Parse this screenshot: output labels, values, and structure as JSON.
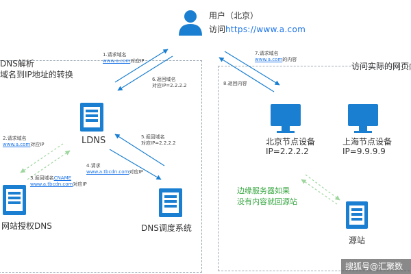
{
  "colors": {
    "accent": "#1a73e8",
    "icon": "#1a7fd1",
    "arrow": "#1a7fd1",
    "green": "#3aa843"
  },
  "user": {
    "icon": "user-icon",
    "name": "用户（北京）",
    "url_prefix": "访问",
    "url": "https://www.a.com"
  },
  "left_panel": {
    "title_line1": "DNS解析",
    "title_line2": "域名到IP地址的转换"
  },
  "right_panel": {
    "title": "访问实际的网页内"
  },
  "nodes": {
    "ldns": "LDNS",
    "auth_dns": "网站授权DNS",
    "gslb": "DNS调度系统",
    "beijing_line1": "北京节点设备",
    "beijing_line2": "IP=2.2.2.2",
    "shanghai_line1": "上海节点设备",
    "shanghai_line2": "IP=9.9.9.9",
    "origin": "源站"
  },
  "steps": {
    "s1": {
      "line1": "1.请求域名",
      "link": "www.a.com",
      "suffix": "对应IP"
    },
    "s2": {
      "line1": "2.请求域名",
      "link": "www.a.com",
      "suffix": "对应IP"
    },
    "s3": {
      "prefix": "3.返回域名",
      "link1": "CNAME",
      "link2": "www.a.tbcdn.com",
      "suffix": "对应IP"
    },
    "s4": {
      "line1": "4.请求",
      "link": "www.a.tbcdn.com",
      "suffix": "对应IP"
    },
    "s5": {
      "line1": "5.返回域名",
      "line2": "对应IP=2.2.2.2"
    },
    "s6": {
      "line1": "6.返回域名",
      "line2": "对应IP=2.2.2.2"
    },
    "s7": {
      "line1": "7.请求域名",
      "link": "www.a.com",
      "suffix": "的内容"
    },
    "s8": {
      "line1": "8.返回内容"
    }
  },
  "edge_note": {
    "line1": "边缘服务器如果",
    "line2": "没有内容就回源站"
  },
  "watermark": "搜狐号@汇聚数"
}
